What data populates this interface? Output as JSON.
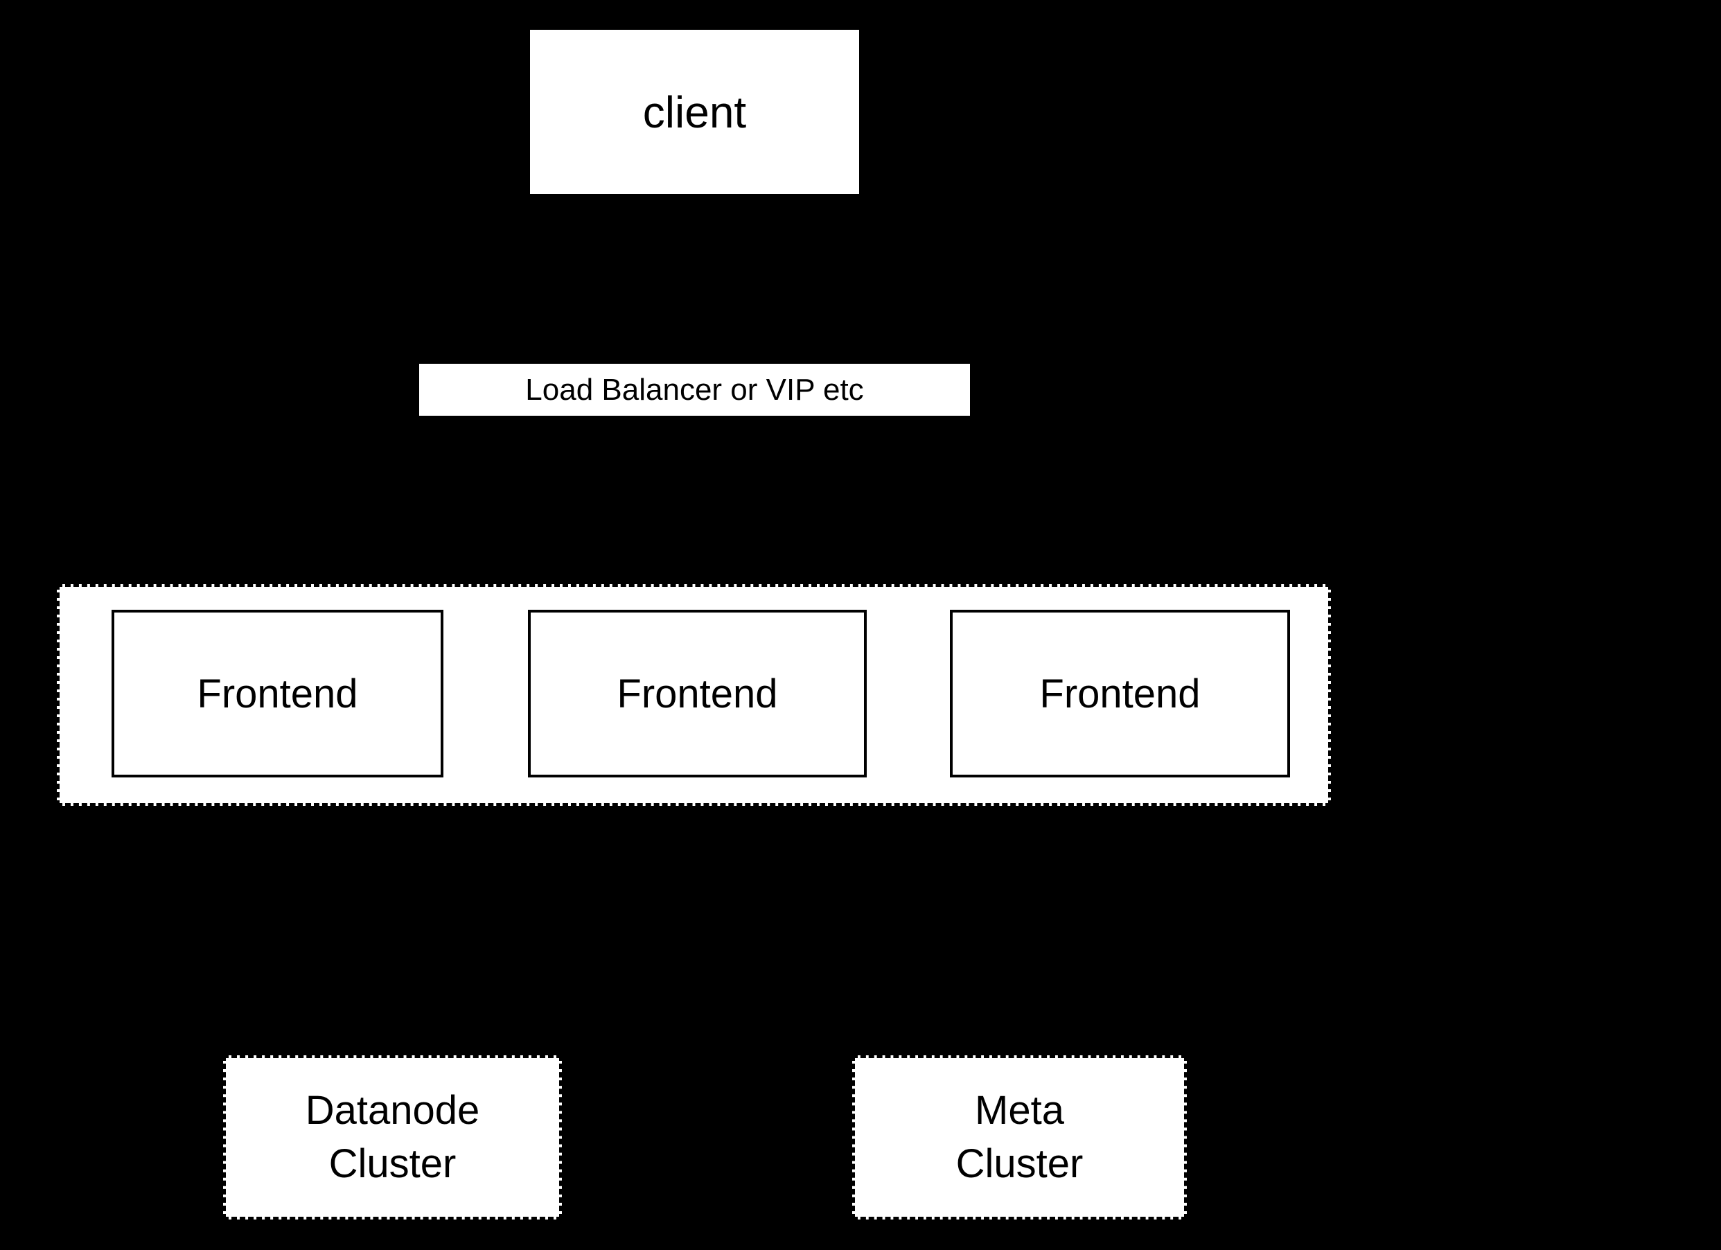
{
  "diagram": {
    "colors": {
      "background": "#000000",
      "node_fill": "#ffffff",
      "node_border": "#000000",
      "text": "#000000"
    },
    "client": {
      "label": "client"
    },
    "load_balancer": {
      "label": "Load Balancer or VIP etc"
    },
    "frontend_group": {
      "nodes": [
        {
          "label": "Frontend"
        },
        {
          "label": "Frontend"
        },
        {
          "label": "Frontend"
        }
      ]
    },
    "clusters": {
      "datanode": {
        "line1": "Datanode",
        "line2": "Cluster"
      },
      "meta": {
        "line1": "Meta",
        "line2": "Cluster"
      }
    }
  }
}
